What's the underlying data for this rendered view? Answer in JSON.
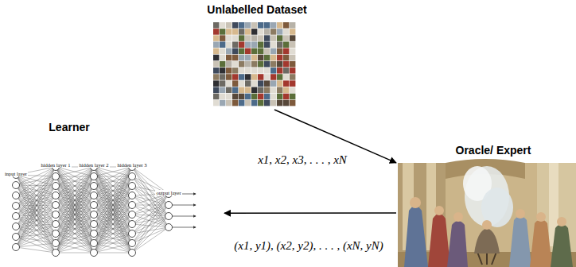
{
  "diagram": {
    "nodes": [
      {
        "text": [
          "Unlabelled Dataset"
        ]
      },
      {
        "text": [
          "Learner"
        ]
      },
      {
        "text": [
          "Oracle/ Expert"
        ]
      }
    ],
    "edges": [
      {
        "from": 0,
        "to": 2,
        "arrow": "to",
        "label": "x1, x2, x3, . . . , xN"
      },
      {
        "from": 2,
        "to": 1,
        "arrow": "to",
        "label": "(x1, y1), (x2, y2), . . . , (xN, yN)"
      }
    ],
    "labels": [
      "input layer",
      "hidden layer 1",
      "hidden layer 2",
      "hidden layer 3",
      "output layer"
    ]
  }
}
